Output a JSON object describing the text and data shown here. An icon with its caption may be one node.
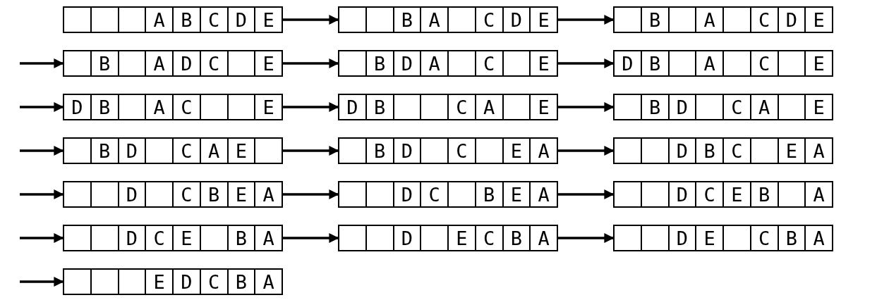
{
  "diagram": {
    "nodes": [
      {
        "text": [],
        "shape": "box"
      },
      {
        "text": [],
        "shape": "box",
        "in": 0
      },
      {
        "text": [],
        "shape": "box",
        "in": 0
      },
      {
        "text": [],
        "shape": "box",
        "in": 0
      },
      {
        "text": [
          "A"
        ],
        "in": 0
      },
      {
        "text": [
          "B"
        ],
        "in": 0
      },
      {
        "text": [
          "C"
        ],
        "in": 0
      },
      {
        "text": [
          "D"
        ],
        "in": 0
      },
      {
        "text": [
          "E"
        ],
        "in": 0
      },
      {
        "text": [],
        "shape": "box"
      },
      {
        "text": [],
        "shape": "box",
        "in": 9
      },
      {
        "text": [],
        "shape": "box",
        "in": 9
      },
      {
        "text": [
          "B"
        ],
        "in": 9
      },
      {
        "text": [
          "A"
        ],
        "in": 9
      },
      {
        "text": [],
        "shape": "box",
        "in": 9
      },
      {
        "text": [
          "C"
        ],
        "in": 9
      },
      {
        "text": [
          "D"
        ],
        "in": 9
      },
      {
        "text": [
          "E"
        ],
        "in": 9
      },
      {
        "text": [],
        "shape": "box"
      },
      {
        "text": [],
        "shape": "box",
        "in": 18
      },
      {
        "text": [
          "B"
        ],
        "in": 18
      },
      {
        "text": [],
        "shape": "box",
        "in": 18
      },
      {
        "text": [
          "A"
        ],
        "in": 18
      },
      {
        "text": [],
        "shape": "box",
        "in": 18
      },
      {
        "text": [
          "C"
        ],
        "in": 18
      },
      {
        "text": [
          "D"
        ],
        "in": 18
      },
      {
        "text": [
          "E"
        ],
        "in": 18
      },
      {
        "text": [],
        "shape": "box"
      },
      {
        "text": [],
        "shape": "box",
        "in": 27
      },
      {
        "text": [
          "B"
        ],
        "in": 27
      },
      {
        "text": [],
        "shape": "box",
        "in": 27
      },
      {
        "text": [
          "A"
        ],
        "in": 27
      },
      {
        "text": [
          "D"
        ],
        "in": 27
      },
      {
        "text": [
          "C"
        ],
        "in": 27
      },
      {
        "text": [],
        "shape": "box",
        "in": 27
      },
      {
        "text": [
          "E"
        ],
        "in": 27
      },
      {
        "text": [],
        "shape": "box"
      },
      {
        "text": [],
        "shape": "box",
        "in": 36
      },
      {
        "text": [
          "B"
        ],
        "in": 36
      },
      {
        "text": [
          "D"
        ],
        "in": 36
      },
      {
        "text": [
          "A"
        ],
        "in": 36
      },
      {
        "text": [],
        "shape": "box",
        "in": 36
      },
      {
        "text": [
          "C"
        ],
        "in": 36
      },
      {
        "text": [],
        "shape": "box",
        "in": 36
      },
      {
        "text": [
          "E"
        ],
        "in": 36
      },
      {
        "text": [],
        "shape": "box"
      },
      {
        "text": [
          "D"
        ],
        "in": 45
      },
      {
        "text": [
          "B"
        ],
        "in": 45
      },
      {
        "text": [],
        "shape": "box",
        "in": 45
      },
      {
        "text": [
          "A"
        ],
        "in": 45
      },
      {
        "text": [],
        "shape": "box",
        "in": 45
      },
      {
        "text": [
          "C"
        ],
        "in": 45
      },
      {
        "text": [],
        "shape": "box",
        "in": 45
      },
      {
        "text": [
          "E"
        ],
        "in": 45
      },
      {
        "text": [],
        "shape": "box"
      },
      {
        "text": [
          "D"
        ],
        "in": 54
      },
      {
        "text": [
          "B"
        ],
        "in": 54
      },
      {
        "text": [],
        "shape": "box",
        "in": 54
      },
      {
        "text": [
          "A"
        ],
        "in": 54
      },
      {
        "text": [
          "C"
        ],
        "in": 54
      },
      {
        "text": [],
        "shape": "box",
        "in": 54
      },
      {
        "text": [],
        "shape": "box",
        "in": 54
      },
      {
        "text": [
          "E"
        ],
        "in": 54
      },
      {
        "text": [],
        "shape": "box"
      },
      {
        "text": [
          "D"
        ],
        "in": 63
      },
      {
        "text": [
          "B"
        ],
        "in": 63
      },
      {
        "text": [],
        "shape": "box",
        "in": 63
      },
      {
        "text": [],
        "shape": "box",
        "in": 63
      },
      {
        "text": [
          "C"
        ],
        "in": 63
      },
      {
        "text": [
          "A"
        ],
        "in": 63
      },
      {
        "text": [],
        "shape": "box",
        "in": 63
      },
      {
        "text": [
          "E"
        ],
        "in": 63
      },
      {
        "text": [],
        "shape": "box"
      },
      {
        "text": [],
        "shape": "box",
        "in": 72
      },
      {
        "text": [
          "B"
        ],
        "in": 72
      },
      {
        "text": [
          "D"
        ],
        "in": 72
      },
      {
        "text": [],
        "shape": "box",
        "in": 72
      },
      {
        "text": [
          "C"
        ],
        "in": 72
      },
      {
        "text": [
          "A"
        ],
        "in": 72
      },
      {
        "text": [],
        "shape": "box",
        "in": 72
      },
      {
        "text": [
          "E"
        ],
        "in": 72
      },
      {
        "text": [],
        "shape": "box"
      },
      {
        "text": [],
        "shape": "box",
        "in": 81
      },
      {
        "text": [
          "B"
        ],
        "in": 81
      },
      {
        "text": [
          "D"
        ],
        "in": 81
      },
      {
        "text": [],
        "shape": "box",
        "in": 81
      },
      {
        "text": [
          "C"
        ],
        "in": 81
      },
      {
        "text": [
          "A"
        ],
        "in": 81
      },
      {
        "text": [
          "E"
        ],
        "in": 81
      },
      {
        "text": [],
        "shape": "box",
        "in": 81
      },
      {
        "text": [],
        "shape": "box"
      },
      {
        "text": [],
        "shape": "box",
        "in": 90
      },
      {
        "text": [
          "B"
        ],
        "in": 90
      },
      {
        "text": [
          "D"
        ],
        "in": 90
      },
      {
        "text": [],
        "shape": "box",
        "in": 90
      },
      {
        "text": [
          "C"
        ],
        "in": 90
      },
      {
        "text": [],
        "shape": "box",
        "in": 90
      },
      {
        "text": [
          "E"
        ],
        "in": 90
      },
      {
        "text": [
          "A"
        ],
        "in": 90
      },
      {
        "text": [],
        "shape": "box"
      },
      {
        "text": [],
        "shape": "box",
        "in": 99
      },
      {
        "text": [],
        "shape": "box",
        "in": 99
      },
      {
        "text": [
          "D"
        ],
        "in": 99
      },
      {
        "text": [
          "B"
        ],
        "in": 99
      },
      {
        "text": [
          "C"
        ],
        "in": 99
      },
      {
        "text": [],
        "shape": "box",
        "in": 99
      },
      {
        "text": [
          "E"
        ],
        "in": 99
      },
      {
        "text": [
          "A"
        ],
        "in": 99
      },
      {
        "text": [],
        "shape": "box"
      },
      {
        "text": [],
        "shape": "box",
        "in": 108
      },
      {
        "text": [],
        "shape": "box",
        "in": 108
      },
      {
        "text": [
          "D"
        ],
        "in": 108
      },
      {
        "text": [],
        "shape": "box",
        "in": 108
      },
      {
        "text": [
          "C"
        ],
        "in": 108
      },
      {
        "text": [
          "B"
        ],
        "in": 108
      },
      {
        "text": [
          "E"
        ],
        "in": 108
      },
      {
        "text": [
          "A"
        ],
        "in": 108
      },
      {
        "text": [],
        "shape": "box"
      },
      {
        "text": [],
        "shape": "box",
        "in": 117
      },
      {
        "text": [],
        "shape": "box",
        "in": 117
      },
      {
        "text": [
          "D"
        ],
        "in": 117
      },
      {
        "text": [
          "C"
        ],
        "in": 117
      },
      {
        "text": [],
        "shape": "box",
        "in": 117
      },
      {
        "text": [
          "B"
        ],
        "in": 117
      },
      {
        "text": [
          "E"
        ],
        "in": 117
      },
      {
        "text": [
          "A"
        ],
        "in": 117
      },
      {
        "text": [],
        "shape": "box"
      },
      {
        "text": [],
        "shape": "box",
        "in": 126
      },
      {
        "text": [],
        "shape": "box",
        "in": 126
      },
      {
        "text": [
          "D"
        ],
        "in": 126
      },
      {
        "text": [
          "C"
        ],
        "in": 126
      },
      {
        "text": [
          "E"
        ],
        "in": 126
      },
      {
        "text": [
          "B"
        ],
        "in": 126
      },
      {
        "text": [],
        "shape": "box",
        "in": 126
      },
      {
        "text": [
          "A"
        ],
        "in": 126
      },
      {
        "text": [],
        "shape": "box"
      },
      {
        "text": [],
        "shape": "box",
        "in": 135
      },
      {
        "text": [],
        "shape": "box",
        "in": 135
      },
      {
        "text": [
          "D"
        ],
        "in": 135
      },
      {
        "text": [
          "C"
        ],
        "in": 135
      },
      {
        "text": [
          "E"
        ],
        "in": 135
      },
      {
        "text": [],
        "shape": "box",
        "in": 135
      },
      {
        "text": [
          "B"
        ],
        "in": 135
      },
      {
        "text": [
          "A"
        ],
        "in": 135
      },
      {
        "text": [],
        "shape": "box"
      },
      {
        "text": [],
        "shape": "box",
        "in": 144
      },
      {
        "text": [],
        "shape": "box",
        "in": 144
      },
      {
        "text": [
          "D"
        ],
        "in": 144
      },
      {
        "text": [],
        "shape": "box",
        "in": 144
      },
      {
        "text": [
          "E"
        ],
        "in": 144
      },
      {
        "text": [
          "C"
        ],
        "in": 144
      },
      {
        "text": [
          "B"
        ],
        "in": 144
      },
      {
        "text": [
          "A"
        ],
        "in": 144
      },
      {
        "text": [],
        "shape": "box"
      },
      {
        "text": [],
        "shape": "box",
        "in": 153
      },
      {
        "text": [],
        "shape": "box",
        "in": 153
      },
      {
        "text": [
          "D"
        ],
        "in": 153
      },
      {
        "text": [
          "E"
        ],
        "in": 153
      },
      {
        "text": [],
        "shape": "box",
        "in": 153
      },
      {
        "text": [
          "C"
        ],
        "in": 153
      },
      {
        "text": [
          "B"
        ],
        "in": 153
      },
      {
        "text": [
          "A"
        ],
        "in": 153
      },
      {
        "text": [],
        "shape": "box"
      },
      {
        "text": [],
        "shape": "box",
        "in": 162
      },
      {
        "text": [],
        "shape": "box",
        "in": 162
      },
      {
        "text": [],
        "shape": "box",
        "in": 162
      },
      {
        "text": [
          "E"
        ],
        "in": 162
      },
      {
        "text": [
          "D"
        ],
        "in": 162
      },
      {
        "text": [
          "C"
        ],
        "in": 162
      },
      {
        "text": [
          "B"
        ],
        "in": 162
      },
      {
        "text": [
          "A"
        ],
        "in": 162
      }
    ],
    "edges": [
      {
        "from": 0,
        "to": 9,
        "arrow": "to"
      },
      {
        "from": 9,
        "to": 18,
        "arrow": "to"
      },
      {
        "from": null,
        "to": 27,
        "arrow": "to"
      },
      {
        "from": 27,
        "to": 36,
        "arrow": "to"
      },
      {
        "from": 36,
        "to": 45,
        "arrow": "to"
      },
      {
        "from": null,
        "to": 54,
        "arrow": "to"
      },
      {
        "from": 54,
        "to": 63,
        "arrow": "to"
      },
      {
        "from": 63,
        "to": 72,
        "arrow": "to"
      },
      {
        "from": null,
        "to": 81,
        "arrow": "to"
      },
      {
        "from": 81,
        "to": 90,
        "arrow": "to"
      },
      {
        "from": 90,
        "to": 99,
        "arrow": "to"
      },
      {
        "from": null,
        "to": 108,
        "arrow": "to"
      },
      {
        "from": 108,
        "to": 117,
        "arrow": "to"
      },
      {
        "from": 117,
        "to": 126,
        "arrow": "to"
      },
      {
        "from": null,
        "to": 135,
        "arrow": "to"
      },
      {
        "from": 135,
        "to": 144,
        "arrow": "to"
      },
      {
        "from": 144,
        "to": 153,
        "arrow": "to"
      },
      {
        "from": null,
        "to": 162,
        "arrow": "to"
      }
    ]
  }
}
